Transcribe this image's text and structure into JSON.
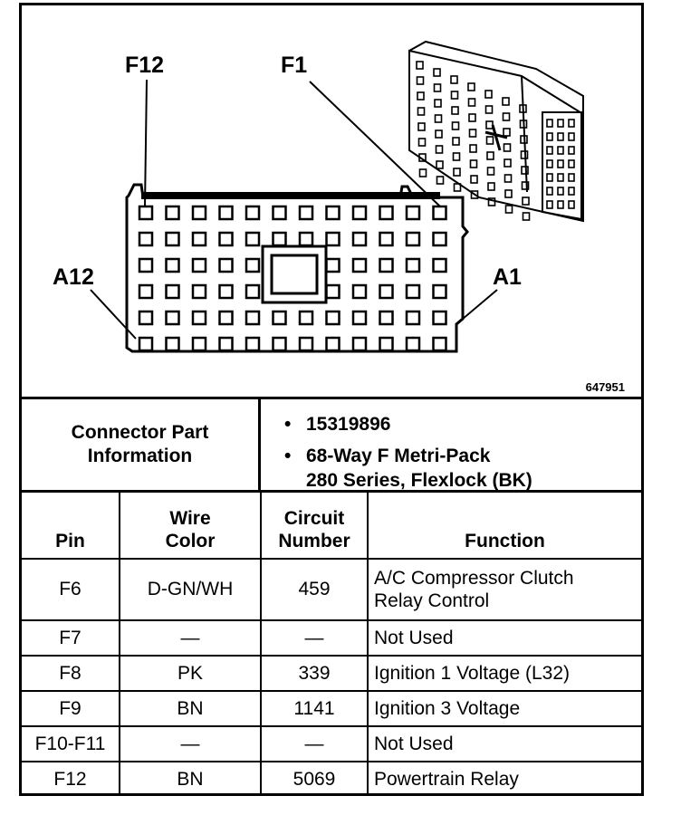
{
  "figure": {
    "labels": {
      "f12": "F12",
      "f1": "F1",
      "a12": "A12",
      "a1": "A1"
    },
    "figure_number": "647951"
  },
  "connector_info": {
    "title_line1": "Connector Part",
    "title_line2": "Information",
    "bullet": "•",
    "part_number": "15319896",
    "description_line1": "68-Way F Metri-Pack",
    "description_line2": "280 Series, Flexlock (BK)"
  },
  "table": {
    "headers": {
      "pin": "Pin",
      "wire_color_line1": "Wire",
      "wire_color_line2": "Color",
      "circuit_line1": "Circuit",
      "circuit_line2": "Number",
      "function": "Function"
    },
    "rows": [
      {
        "pin": "F6",
        "wire_color": "D-GN/WH",
        "circuit": "459",
        "function_line1": "A/C Compressor Clutch",
        "function_line2": "Relay Control"
      },
      {
        "pin": "F7",
        "wire_color": "—",
        "circuit": "—",
        "function_line1": "Not Used"
      },
      {
        "pin": "F8",
        "wire_color": "PK",
        "circuit": "339",
        "function_line1": "Ignition 1 Voltage (L32)"
      },
      {
        "pin": "F9",
        "wire_color": "BN",
        "circuit": "1141",
        "function_line1": "Ignition 3 Voltage"
      },
      {
        "pin": "F10-F11",
        "wire_color": "—",
        "circuit": "—",
        "function_line1": "Not Used"
      },
      {
        "pin": "F12",
        "wire_color": "BN",
        "circuit": "5069",
        "function_line1": "Powertrain Relay"
      }
    ]
  }
}
